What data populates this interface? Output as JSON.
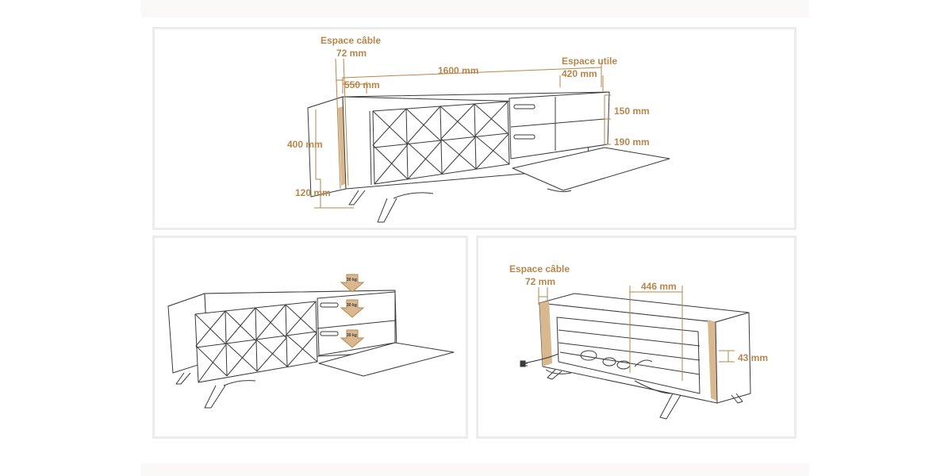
{
  "colors": {
    "accent": "#b8864b",
    "line": "#3a3a3a",
    "wood": "#d9b88f",
    "band": "#fbf9f7",
    "panel_border": "#ececec"
  },
  "top_panel": {
    "cable_space_title": "Espace câble",
    "cable_space_value": "72 mm",
    "width": "1600 mm",
    "depth": "550 mm",
    "usable_space_title": "Espace utile",
    "usable_space_value": "420 mm",
    "upper_shelf": "150 mm",
    "lower_shelf": "190 mm",
    "height": "400 mm",
    "legs": "120 mm"
  },
  "load_panel": {
    "load_upper": "30 kg",
    "load_middle": "30 kg",
    "load_lower": "30 kg"
  },
  "cable_panel": {
    "cable_space_title": "Espace câble",
    "cable_space_value": "72 mm",
    "passage_width": "446 mm",
    "passage_height": "43 mm"
  }
}
